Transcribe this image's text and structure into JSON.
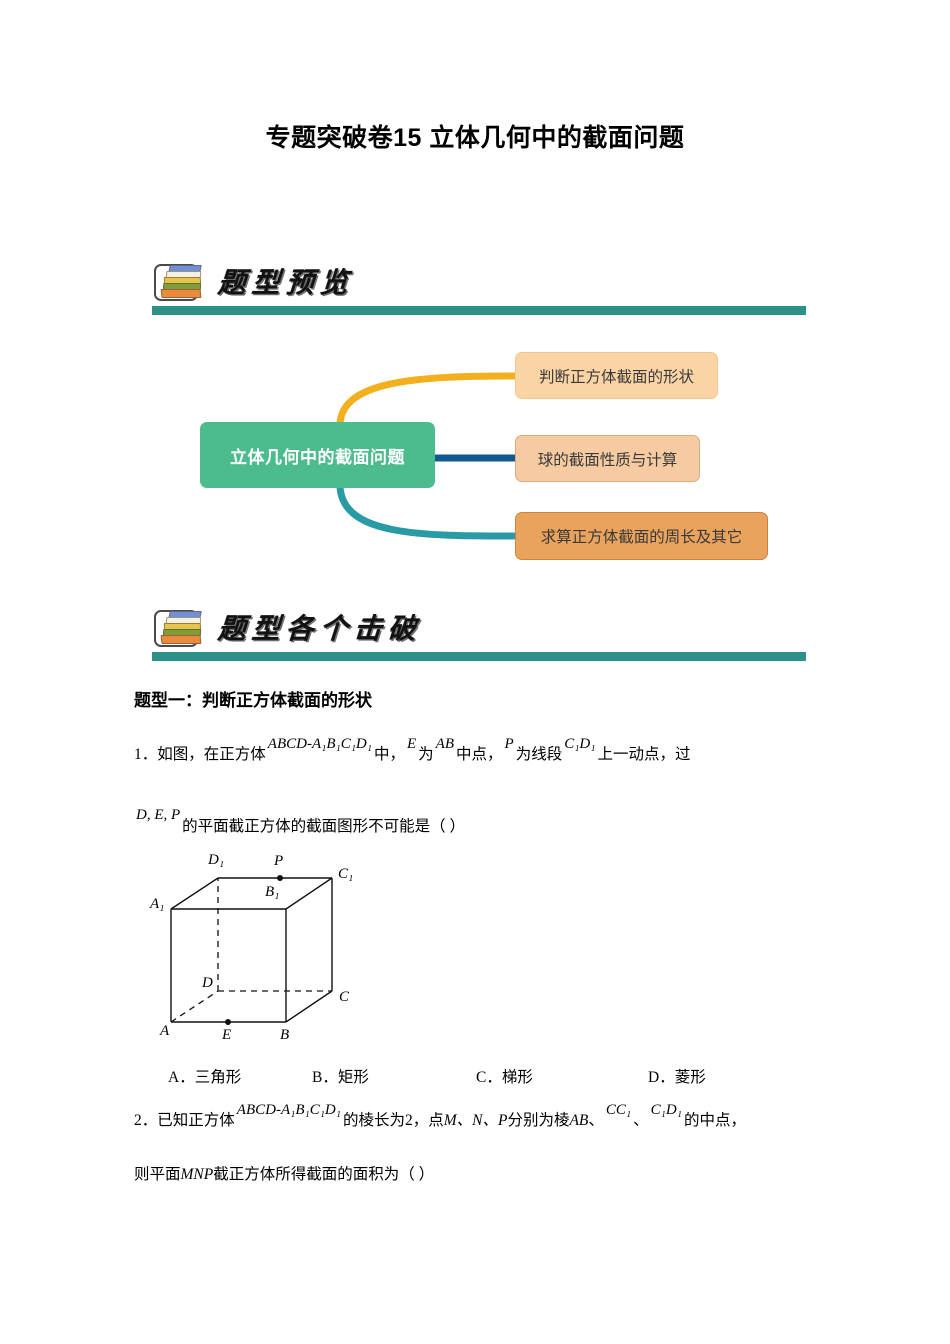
{
  "document": {
    "title": "专题突破卷15 立体几何中的截面问题"
  },
  "sections": [
    {
      "icon": "stack-of-books-icon",
      "title": "题型预览",
      "bar_color": "#2e9189"
    },
    {
      "icon": "stack-of-books-icon",
      "title": "题型各个击破",
      "bar_color": "#2e9189"
    }
  ],
  "mindmap": {
    "center": {
      "label": "立体几何中的截面问题",
      "fill": "#4cbc8e",
      "text_color": "#ffffff"
    },
    "branches": [
      {
        "label": "判断正方体截面的形状",
        "fill": "#fbd4a6",
        "border": "#f3c68e",
        "connector_color": "#f2b01f",
        "connector_style": "curve-up"
      },
      {
        "label": "球的截面性质与计算",
        "fill": "#f6cba2",
        "border": "#dbab7c",
        "connector_color": "#11598f",
        "connector_style": "straight"
      },
      {
        "label": "求算正方体截面的周长及其它",
        "fill": "#e9a35c",
        "border": "#c98440",
        "connector_color": "#2a9aa4",
        "connector_style": "curve-down"
      }
    ]
  },
  "question_type_heading": "题型一：判断正方体截面的形状",
  "problems": [
    {
      "number": "1．",
      "line1_pre": "如图，在正方体",
      "line1_math1": "ABCD-A₁B₁C₁D₁",
      "line1_mid1": "中，",
      "line1_math2": "E",
      "line1_mid2": "为",
      "line1_math3": "AB",
      "line1_mid3": "中点，",
      "line1_math4": "P",
      "line1_mid4": "为线段",
      "line1_math5": "C₁D₁",
      "line1_tail": "上一动点，过",
      "line2_math": "D, E, P",
      "line2_text": "的平面截正方体的截面图形不可能是（   ）",
      "options": [
        "A．三角形",
        "B．矩形",
        "C．梯形",
        "D．菱形"
      ],
      "figure": {
        "name": "cube-diagram",
        "vertices": [
          "A",
          "B",
          "C",
          "D",
          "A₁",
          "B₁",
          "C₁",
          "D₁"
        ],
        "marked_points": [
          "E",
          "P"
        ],
        "E_on": "AB",
        "P_on": "D₁C₁"
      }
    },
    {
      "number": "2．",
      "line1_pre": "已知正方体",
      "line1_math1": "ABCD-A₁B₁C₁D₁",
      "line1_mid1": "的棱长为2，点",
      "line1_math2": "M、N、P",
      "line1_mid2": "分别为棱",
      "line1_math3": "AB",
      "line1_mid3": "、",
      "line1_math4": "CC₁",
      "line1_mid4": "、",
      "line1_math5": "C₁D₁",
      "line1_tail": "的中点，",
      "line2_pre": "则平面",
      "line2_math": "MNP",
      "line2_tail": "截正方体所得截面的面积为（   ）"
    }
  ],
  "cube_labels": {
    "A": "A",
    "B": "B",
    "C": "C",
    "D": "D",
    "A1": "A₁",
    "B1": "B₁",
    "C1": "C₁",
    "D1": "D₁",
    "E": "E",
    "P": "P"
  }
}
